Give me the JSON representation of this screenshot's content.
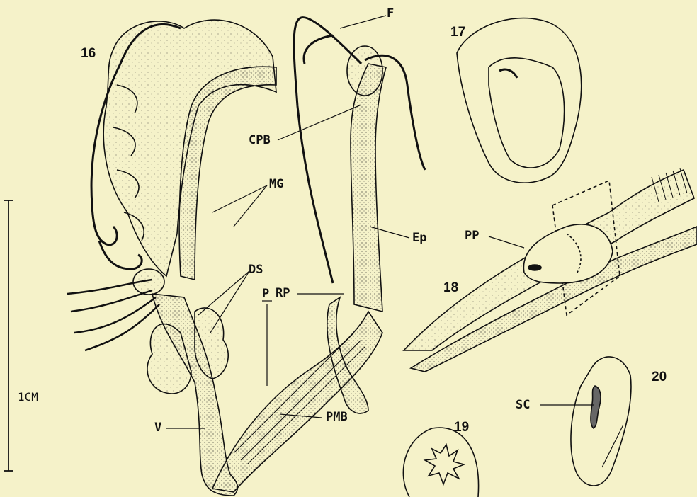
{
  "figures": {
    "fig16": "16",
    "fig17": "17",
    "fig18": "18",
    "fig19": "19",
    "fig20": "20"
  },
  "labels": {
    "F": "F",
    "CPB": "CPB",
    "MG": "MG",
    "Ep": "Ep",
    "DS": "DS",
    "PP": "PP",
    "RP": "RP",
    "P": "P",
    "PMB": "PMB",
    "V": "V",
    "SC": "SC"
  },
  "scale": {
    "text": "1CM"
  },
  "colors": {
    "background": "#f5f2c9",
    "ink": "#111111"
  }
}
